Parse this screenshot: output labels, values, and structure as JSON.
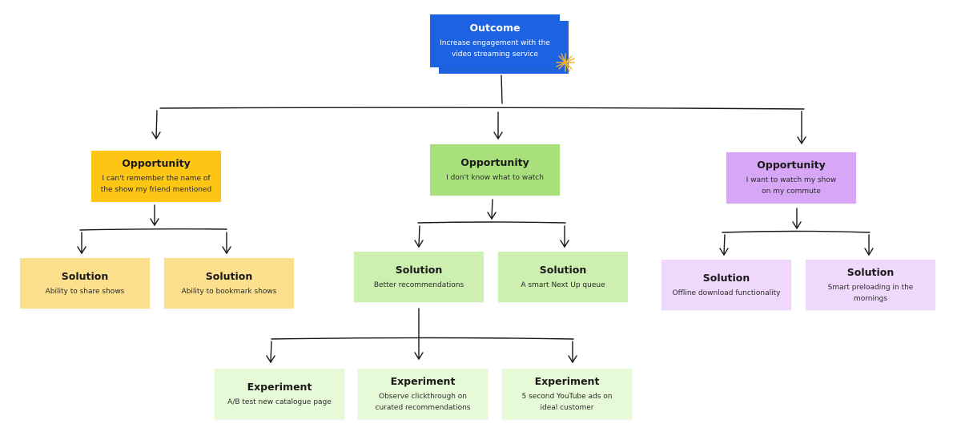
{
  "colors": {
    "outcome": "#1c62e3",
    "opportunity_yellow": "#fdc514",
    "opportunity_green": "#a8e07b",
    "opportunity_purple": "#d7a6f7",
    "solution_yellow": "#fde08d",
    "solution_green": "#cdf0b0",
    "solution_purple": "#efd8fb",
    "experiment_green": "#e7fad8",
    "connector": "#1a1a1a"
  },
  "outcome": {
    "title": "Outcome",
    "description": "Increase engagement with the\nvideo streaming service",
    "decoration_icon": "spark-icon"
  },
  "opportunities": [
    {
      "title": "Opportunity",
      "description": "I can't remember the name of\nthe show my friend mentioned"
    },
    {
      "title": "Opportunity",
      "description": "I don't know what to watch"
    },
    {
      "title": "Opportunity",
      "description": "I want to watch my show\non my commute"
    }
  ],
  "solutions": [
    {
      "title": "Solution",
      "description": "Ability to share shows"
    },
    {
      "title": "Solution",
      "description": "Ability to bookmark shows"
    },
    {
      "title": "Solution",
      "description": "Better recommendations"
    },
    {
      "title": "Solution",
      "description": "A smart Next Up queue"
    },
    {
      "title": "Solution",
      "description": "Offline download functionality"
    },
    {
      "title": "Solution",
      "description": "Smart preloading in the mornings"
    }
  ],
  "experiments": [
    {
      "title": "Experiment",
      "description": "A/B test new catalogue page"
    },
    {
      "title": "Experiment",
      "description": "Observe clickthrough on\ncurated recommendations"
    },
    {
      "title": "Experiment",
      "description": "5 second YouTube ads on\nideal customer"
    }
  ]
}
